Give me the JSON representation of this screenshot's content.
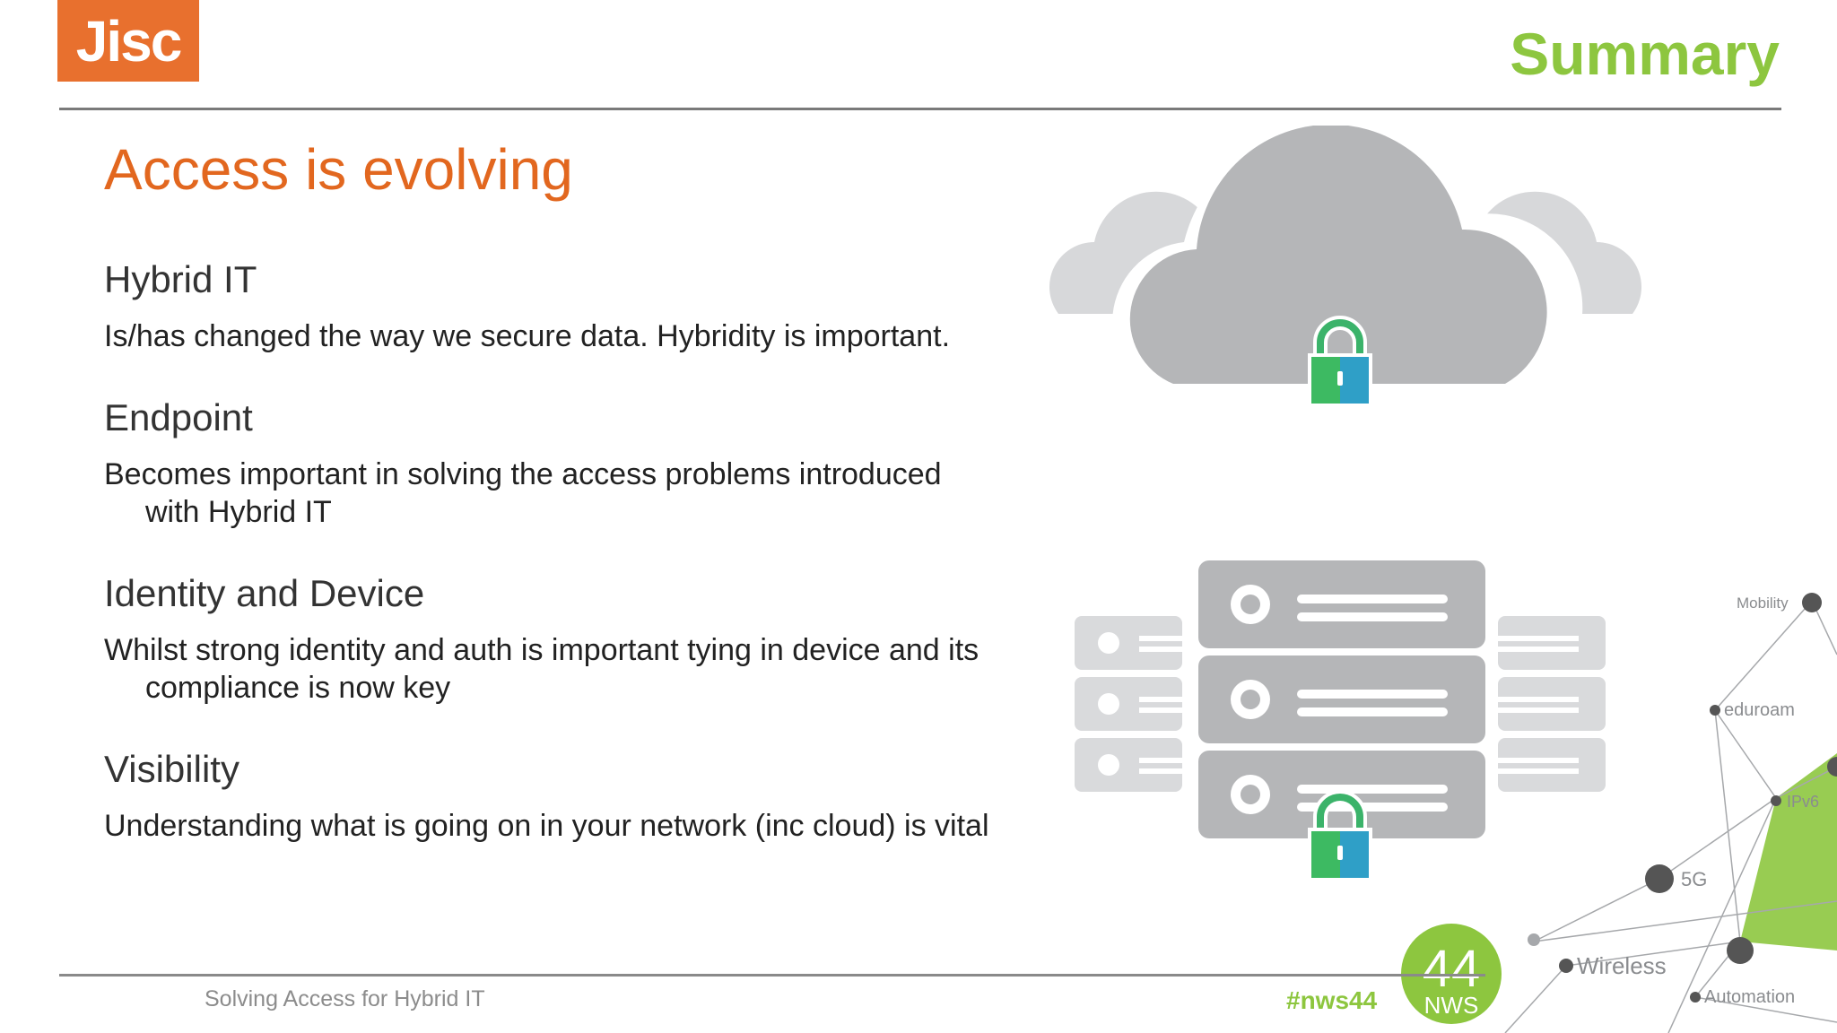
{
  "logo": {
    "text": "Jisc"
  },
  "header": {
    "summary": "Summary"
  },
  "slide": {
    "title": "Access is evolving",
    "sections": [
      {
        "heading": "Hybrid IT",
        "body": "Is/has changed the way we secure data. Hybridity is important."
      },
      {
        "heading": "Endpoint",
        "body": "Becomes important in solving the access problems introduced with Hybrid IT"
      },
      {
        "heading": "Identity and Device",
        "body": "Whilst strong identity and auth is important tying in device and its compliance is now key"
      },
      {
        "heading": "Visibility",
        "body": "Understanding what is going on in your network (inc cloud) is vital"
      }
    ]
  },
  "footer": {
    "text": "Solving Access for Hybrid IT",
    "hashtag": "#nws44"
  },
  "network": {
    "labels": [
      "Mobility",
      "eduroam",
      "IPv6",
      "5G",
      "Wireless",
      "Automation"
    ],
    "badge_number": "44",
    "badge_text": "NWS"
  },
  "colors": {
    "brand_orange": "#e8702e",
    "title_orange": "#e2671f",
    "accent_green": "#8dc63f",
    "cloud_grey": "#b5b6b8"
  },
  "icons": [
    "cloud-lock-icon",
    "server-lock-icon",
    "padlock-icon"
  ]
}
